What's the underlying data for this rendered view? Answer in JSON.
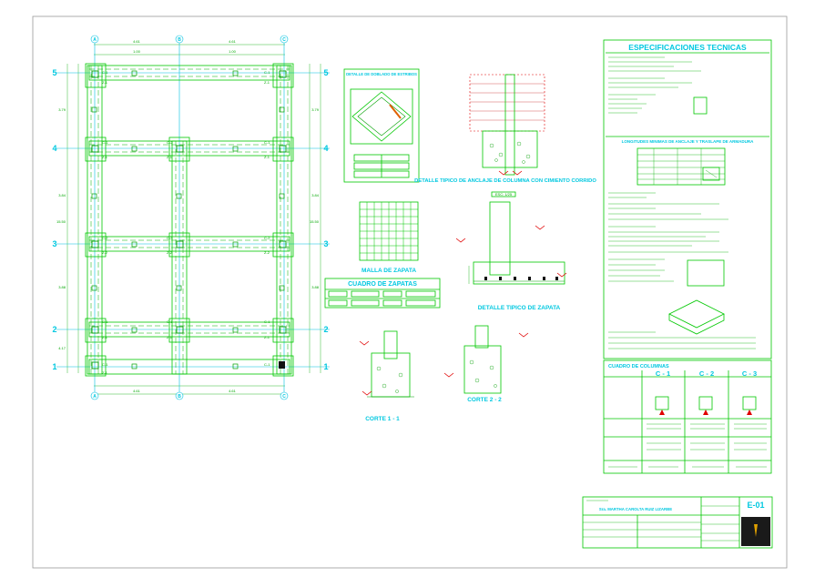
{
  "sheet": {
    "code": "E-01",
    "owner": "Sra. MARTHA CAROLTA RUIZ LIZARBE"
  },
  "plan": {
    "grid_rows": [
      "5",
      "4",
      "3",
      "2",
      "1"
    ],
    "grid_cols": [
      "A",
      "B",
      "C"
    ],
    "column_tags": [
      "C-1",
      "C-2",
      "C-3"
    ],
    "footing_tags": [
      "Z-1",
      "Z-2"
    ],
    "dim_values": [
      "4.61",
      "4.61",
      "3.79",
      "3.84",
      "3.88",
      "4.17",
      "1.00",
      "1.00",
      "15.50"
    ]
  },
  "details": {
    "stirrup_title": "DETALLE DE DOBLADO DE ESTRIBOS",
    "anchor_title": "DETALLE TIPICO DE ANCLAJE DE COLUMNA CON CIMIENTO CORRIDO",
    "mesh_title": "MALLA DE ZAPATA",
    "footing_table_title": "CUADRO DE ZAPATAS",
    "footing_detail_title": "DETALLE TIPICO DE ZAPATA",
    "cut1_title": "CORTE 1 - 1",
    "cut2_title": "CORTE 2 - 2",
    "scale_label": "ESC: 1/25"
  },
  "specs": {
    "title": "ESPECIFICACIONES TECNICAS",
    "splice_title": "LONGITUDES MINIMAS DE ANCLAJE Y TRASLAPE DE ARMADURA"
  },
  "columns_table": {
    "title": "CUADRO DE COLUMNAS",
    "headers": [
      "C - 1",
      "C - 2",
      "C - 3"
    ]
  }
}
